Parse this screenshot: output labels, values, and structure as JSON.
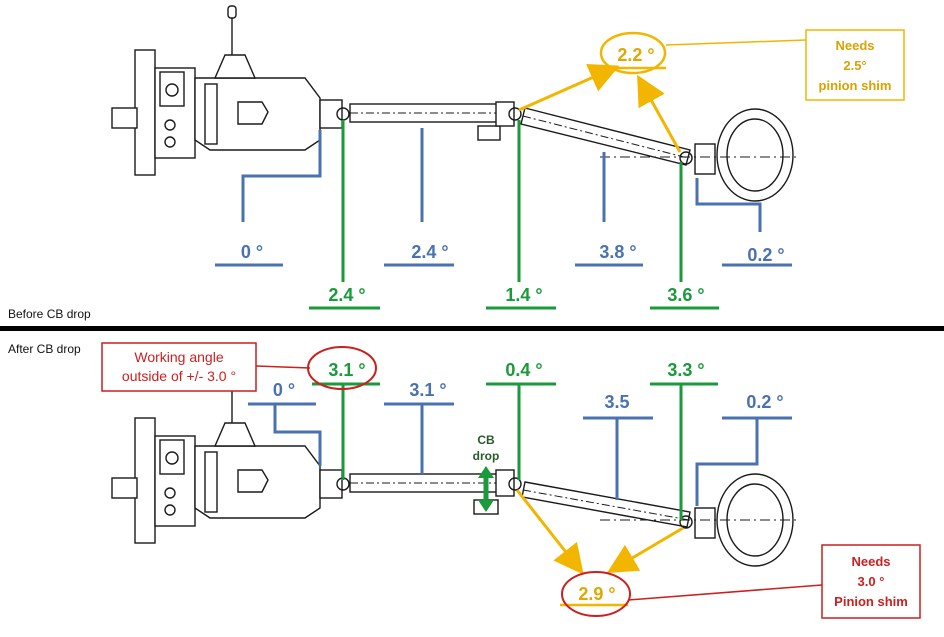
{
  "before": {
    "section_label": "Before CB drop",
    "angles": {
      "trans": "0 °",
      "front_shaft": "2.4 °",
      "rear_shaft": "3.8 °",
      "pinion": "0.2 °",
      "joint_front": "2.4 °",
      "joint_center": "1.4 °",
      "joint_rear": "3.6 °",
      "working": "2.2 °"
    },
    "note": [
      "Needs",
      "2.5°",
      "pinion shim"
    ]
  },
  "after": {
    "section_label": "After CB drop",
    "angles": {
      "trans": "0 °",
      "front_shaft": "3.1 °",
      "rear_shaft": "3.5",
      "pinion": "0.2 °",
      "joint_front": "3.1 °",
      "joint_center": "0.4 °",
      "joint_rear": "3.3 °",
      "working": "2.9 °"
    },
    "warning": [
      "Working angle",
      "outside of +/- 3.0 °"
    ],
    "cb_drop_label": [
      "CB",
      "drop"
    ],
    "note": [
      "Needs",
      "3.0 °",
      "Pinion shim"
    ]
  },
  "colors": {
    "blue": "#4a72b0",
    "green": "#1a9a3a",
    "gold": "#f2b600",
    "red": "#cc1f1f",
    "divider": "#000000"
  }
}
